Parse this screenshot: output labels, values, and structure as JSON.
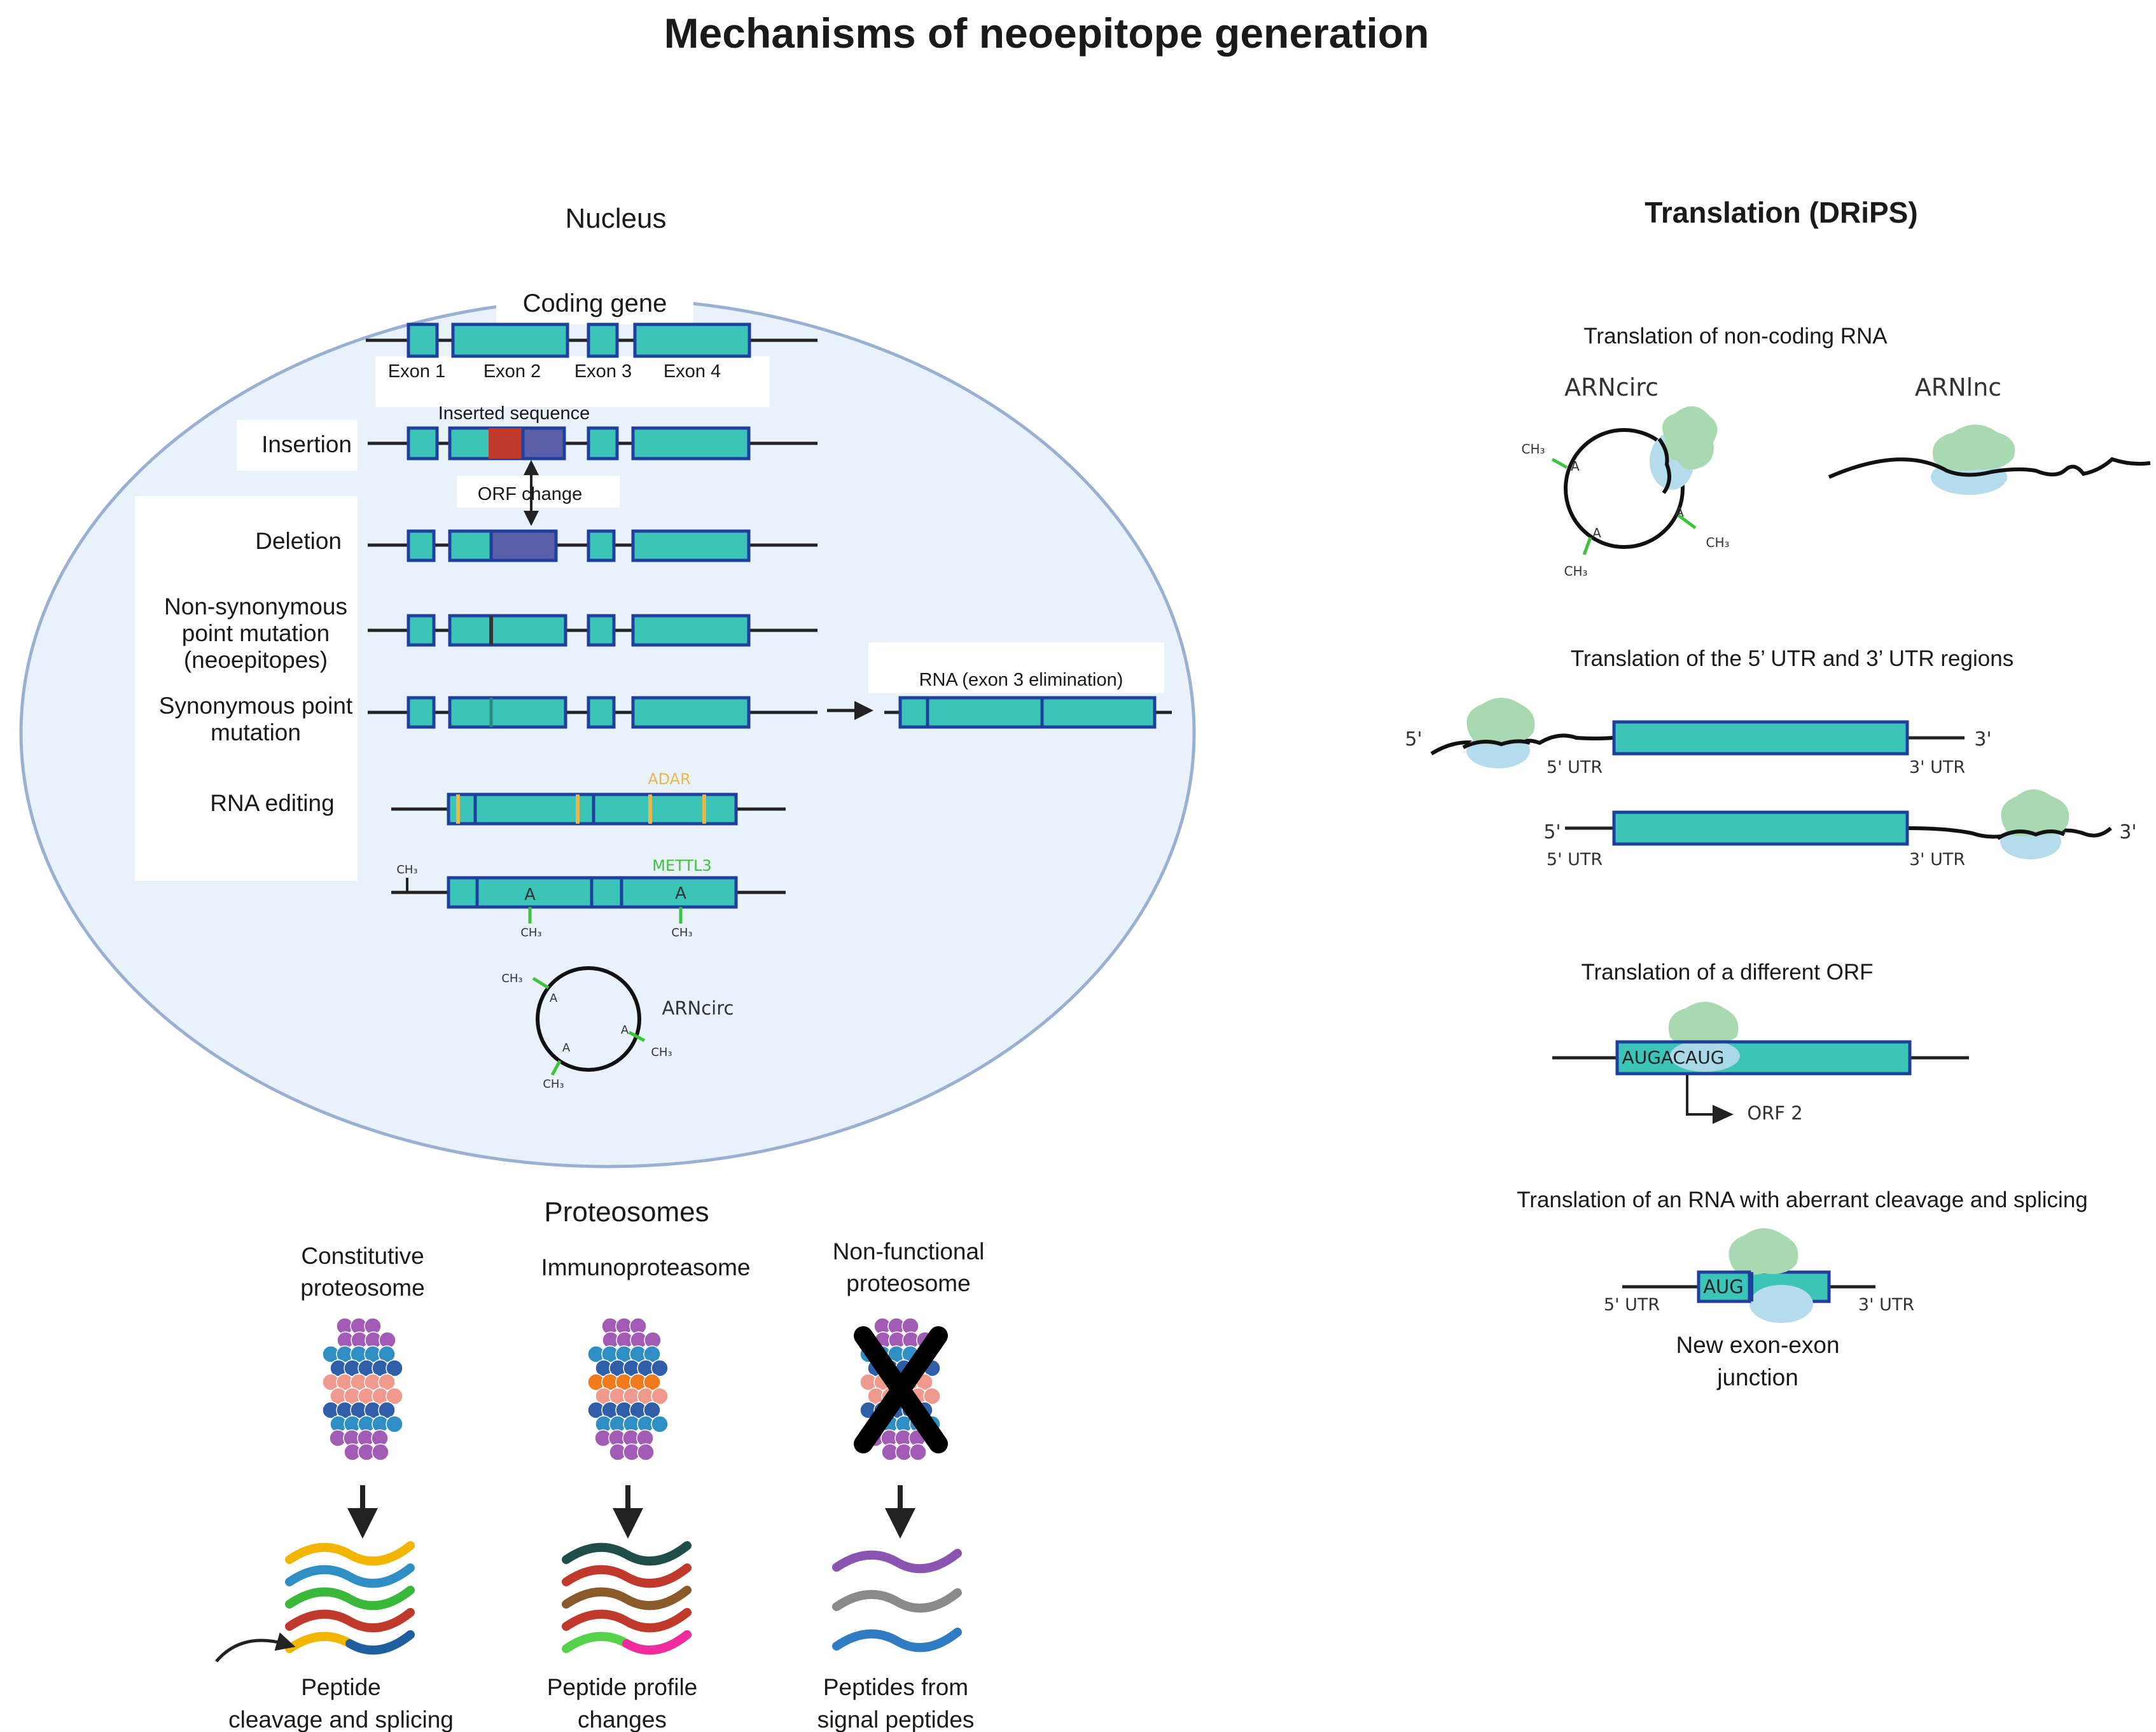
{
  "title": "Mechanisms of neoepitope generation",
  "nucleus": {
    "heading": "Nucleus",
    "coding_gene": "Coding gene",
    "exons": [
      "Exon 1",
      "Exon 2",
      "Exon 3",
      "Exon 4"
    ],
    "inserted_sequence": "Inserted sequence",
    "orf_change": "ORF change",
    "rows": {
      "insertion": "Insertion",
      "deletion": "Deletion",
      "nonsyn": [
        "Non-synonymous",
        "point mutation",
        "(neoepitopes)"
      ],
      "syn": [
        "Synonymous point",
        "mutation"
      ],
      "rna_editing": "RNA editing"
    },
    "rna_exon3": "RNA (exon 3 elimination)",
    "adar": "ADAR",
    "mettl3": "METTL3",
    "ch3": "CH₃",
    "a": "A",
    "arncirc": "ARNcirc"
  },
  "proteasomes": {
    "heading": "Proteosomes",
    "constitutive": [
      "Constitutive",
      "proteosome"
    ],
    "immuno": "Immunoproteasome",
    "nonfunctional": [
      "Non-functional",
      "proteosome"
    ],
    "out1": [
      "Peptide",
      "cleavage and splicing"
    ],
    "out2": [
      "Peptide profile",
      "changes"
    ],
    "out3": [
      "Peptides from",
      "signal peptides"
    ]
  },
  "translation": {
    "heading": "Translation (DRiPS)",
    "noncoding": "Translation of non-coding RNA",
    "arncirc": "ARNcirc",
    "arnlnc": "ARNlnc",
    "utr_title": "Translation of the 5’ UTR and 3’ UTR regions",
    "five_prime": "5'",
    "three_prime": "3'",
    "utr5": "5' UTR",
    "utr3": "3' UTR",
    "orf_title": "Translation of a different ORF",
    "augacaug": "AUGACAUG",
    "orf2": "ORF 2",
    "aberrant_title": "Translation of an RNA with aberrant cleavage and splicing",
    "aug": "AUG",
    "junction": [
      "New exon-exon",
      "junction"
    ]
  },
  "colors": {
    "exon_fill": "#3cc4b8",
    "exon_stroke": "#1f3f9e",
    "insert_red": "#c0392b",
    "insert_purple": "#5a5fa8",
    "nucleus_fill": "#e9f1fa",
    "nucleus_stroke": "#9ab0d2",
    "ribo_green": "#a9d9b0",
    "ribo_blue": "#b5dcec",
    "adar_yellow": "#e9b84d",
    "mettl3_green": "#3dc43d"
  }
}
